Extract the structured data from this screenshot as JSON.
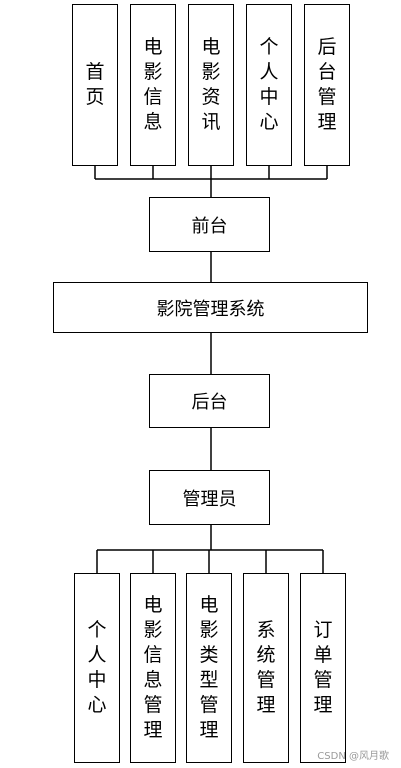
{
  "front_items": [
    "首页",
    "电影信息",
    "电影资讯",
    "个人中心",
    "后台管理"
  ],
  "front_label": "前台",
  "system_label": "影院管理系统",
  "back_label": "后台",
  "admin_label": "管理员",
  "admin_items": [
    "个人中心",
    "电影信息管理",
    "电影类型管理",
    "系统管理",
    "订单管理"
  ],
  "watermark": "CSDN @风月歌"
}
